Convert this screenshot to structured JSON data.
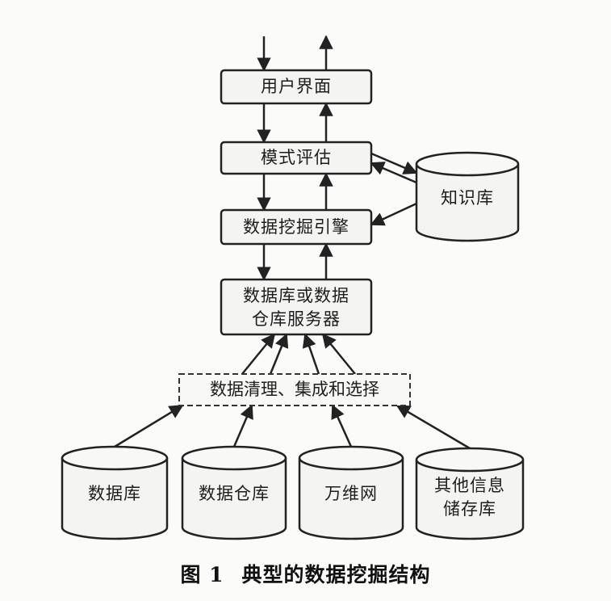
{
  "diagram": {
    "user_interface": "用户界面",
    "pattern_evaluation": "模式评估",
    "knowledge_base": "知识库",
    "mining_engine": "数据挖掘引擎",
    "server_line1": "数据库或数据",
    "server_line2": "仓库服务器",
    "cleaning": "数据清理、集成和选择",
    "sources": [
      {
        "line1": "数据库",
        "line2": ""
      },
      {
        "line1": "数据仓库",
        "line2": ""
      },
      {
        "line1": "万维网",
        "line2": ""
      },
      {
        "line1": "其他信息",
        "line2": "储存库"
      }
    ]
  },
  "caption": {
    "figure_number": "图 1",
    "title": "典型的数据挖掘结构"
  }
}
